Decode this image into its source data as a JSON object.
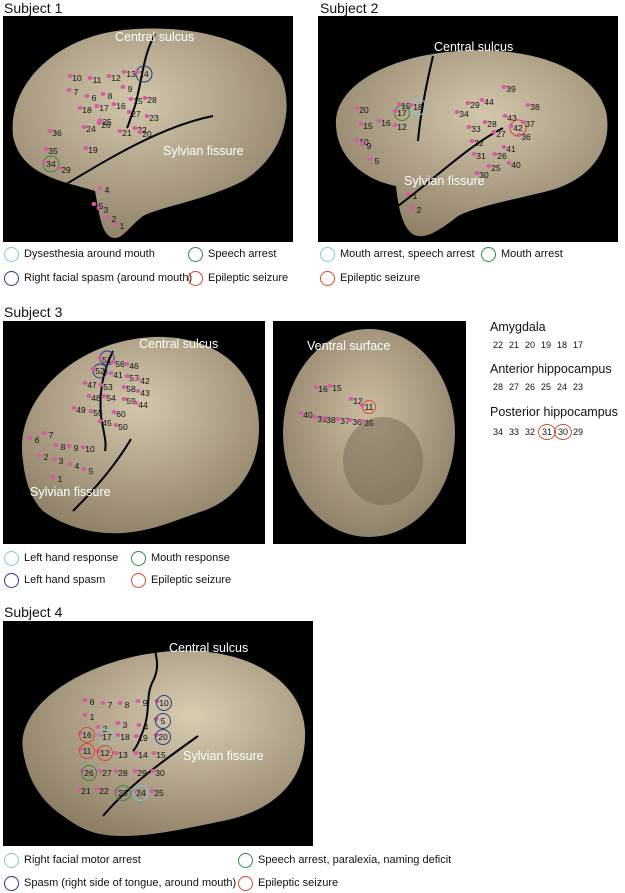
{
  "colors": {
    "light_blue": "#7fc7d9",
    "dark_blue": "#243c8f",
    "green": "#2f8a3f",
    "red": "#d9472b",
    "brain": "#b4a68a",
    "electrode": "#d85aa8"
  },
  "subject1": {
    "title": "Subject 1",
    "central_sulcus": "Central sulcus",
    "sylvian_fissure": "Sylvian fissure",
    "electrodes": [
      "10",
      "11",
      "12",
      "13",
      "14",
      "7",
      "6",
      "8",
      "9",
      "15",
      "16",
      "17",
      "18",
      "26",
      "27",
      "28",
      "25",
      "24",
      "21",
      "22",
      "23",
      "20",
      "19",
      "36",
      "35",
      "34",
      "29",
      "4",
      "3",
      "2",
      "1",
      "5"
    ],
    "legend": [
      "Dysesthesia around mouth",
      "Speech arrest",
      "Right facial spasm (around mouth)",
      "Epileptic seizure"
    ]
  },
  "subject2": {
    "title": "Subject 2",
    "central_sulcus": "Central sulcus",
    "sylvian_fissure": "Sylvian fissure",
    "electrodes": [
      "39",
      "44",
      "29",
      "38",
      "20",
      "19",
      "18",
      "17",
      "15",
      "16",
      "12",
      "10",
      "9",
      "5",
      "43",
      "37",
      "34",
      "33",
      "28",
      "27",
      "42",
      "36",
      "32",
      "41",
      "31",
      "26",
      "40",
      "25",
      "30",
      "1",
      "2"
    ],
    "legend": [
      "Mouth arrest, speech arrest",
      "Mouth arrest",
      "Epileptic seizure"
    ]
  },
  "subject3": {
    "title": "Subject 3",
    "central_sulcus": "Central sulcus",
    "sylvian_fissure": "Sylvian fissure",
    "ventral_surface": "Ventral surface",
    "electrodes": [
      "51",
      "56",
      "46",
      "52",
      "41",
      "57",
      "42",
      "47",
      "53",
      "58",
      "43",
      "48",
      "54",
      "59",
      "44",
      "49",
      "55",
      "60",
      "45",
      "50",
      "6",
      "7",
      "8",
      "9",
      "10",
      "2",
      "3",
      "4",
      "5",
      "1"
    ],
    "ventral_electrodes": [
      "16",
      "15",
      "12",
      "11",
      "40",
      "39",
      "38",
      "37",
      "36",
      "35"
    ],
    "legend": [
      "Left hand response",
      "Mouth response",
      "Left hand spasm",
      "Epileptic seizure"
    ],
    "amygdala": {
      "title": "Amygdala",
      "values": [
        "22",
        "21",
        "20",
        "19",
        "18",
        "17"
      ]
    },
    "anterior_hippocampus": {
      "title": "Anterior hippocampus",
      "values": [
        "28",
        "27",
        "26",
        "25",
        "24",
        "23"
      ]
    },
    "posterior_hippocampus": {
      "title": "Posterior hippocampus",
      "values": [
        "34",
        "33",
        "32",
        "31",
        "30",
        "29"
      ]
    }
  },
  "subject4": {
    "title": "Subject 4",
    "central_sulcus": "Central sulcus",
    "sylvian_fissure": "Sylvian fissure",
    "electrodes": [
      "6",
      "7",
      "8",
      "9",
      "10",
      "1",
      "2",
      "3",
      "4",
      "5",
      "16",
      "17",
      "18",
      "19",
      "20",
      "11",
      "12",
      "13",
      "14",
      "15",
      "26",
      "27",
      "28",
      "29",
      "30",
      "21",
      "22",
      "23",
      "24",
      "25"
    ],
    "legend": [
      "Right facial motor arrest",
      "Speech arrest, paralexia, naming deficit",
      "Spasm (right side of tongue, around mouth)",
      "Epileptic seizure"
    ]
  }
}
